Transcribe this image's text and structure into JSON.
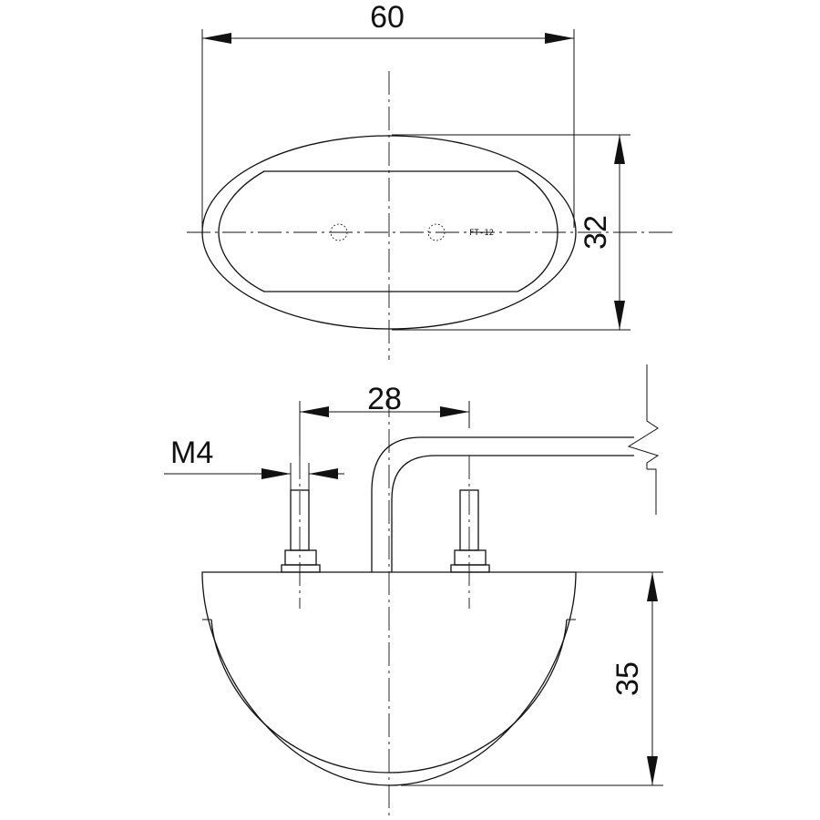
{
  "dimensions": {
    "width": "60",
    "height": "32",
    "stud_spacing": "28",
    "thread": "M4",
    "depth": "35"
  },
  "part_label": "FT-12"
}
